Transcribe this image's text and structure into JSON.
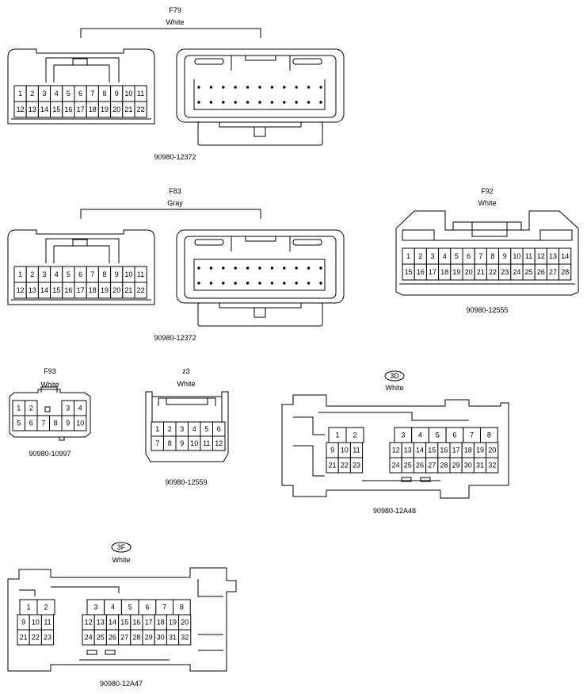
{
  "connectors": [
    {
      "id": "F79",
      "label": "F79",
      "color": "White",
      "part": "90980-12372",
      "pins": [
        [
          "1",
          "2",
          "3",
          "4",
          "5",
          "6",
          "7",
          "8",
          "9",
          "10",
          "11"
        ],
        [
          "12",
          "13",
          "14",
          "15",
          "16",
          "17",
          "18",
          "19",
          "20",
          "21",
          "22"
        ]
      ]
    },
    {
      "id": "F83",
      "label": "F83",
      "color": "Gray",
      "part": "90980-12372",
      "pins": [
        [
          "1",
          "2",
          "3",
          "4",
          "5",
          "6",
          "7",
          "8",
          "9",
          "10",
          "11"
        ],
        [
          "12",
          "13",
          "14",
          "15",
          "16",
          "17",
          "18",
          "19",
          "20",
          "21",
          "22"
        ]
      ]
    },
    {
      "id": "F92",
      "label": "F92",
      "color": "White",
      "part": "90980-12555",
      "pins": [
        [
          "1",
          "2",
          "3",
          "4",
          "5",
          "6",
          "7",
          "8",
          "9",
          "10",
          "11",
          "12",
          "13",
          "14"
        ],
        [
          "15",
          "16",
          "17",
          "18",
          "19",
          "20",
          "21",
          "22",
          "23",
          "24",
          "25",
          "26",
          "27",
          "28"
        ]
      ]
    },
    {
      "id": "F93",
      "label": "F93",
      "color": "White",
      "part": "90980-10997",
      "pins": [
        [
          "1",
          "2",
          "",
          "3",
          "4"
        ],
        [
          "5",
          "6",
          "7",
          "8",
          "9",
          "10"
        ]
      ]
    },
    {
      "id": "z3",
      "label": "z3",
      "color": "White",
      "part": "90980-12559",
      "pins": [
        [
          "1",
          "2",
          "3",
          "4",
          "5",
          "6"
        ],
        [
          "7",
          "8",
          "9",
          "10",
          "11",
          "12"
        ]
      ]
    },
    {
      "id": "3D",
      "label": "3D",
      "color": "White",
      "part": "90980-12A48",
      "pins": [
        [
          "1",
          "2",
          "3",
          "4",
          "5",
          "6",
          "7",
          "8"
        ],
        [
          "9",
          "10",
          "11",
          "12",
          "13",
          "14",
          "15",
          "16",
          "17",
          "18",
          "19",
          "20"
        ],
        [
          "21",
          "22",
          "23",
          "24",
          "25",
          "26",
          "27",
          "28",
          "29",
          "30",
          "31",
          "32"
        ]
      ]
    },
    {
      "id": "3F",
      "label": "3F",
      "color": "White",
      "part": "90980-12A47",
      "pins": [
        [
          "1",
          "2",
          "3",
          "4",
          "5",
          "6",
          "7",
          "8"
        ],
        [
          "9",
          "10",
          "11",
          "12",
          "13",
          "14",
          "15",
          "16",
          "17",
          "18",
          "19",
          "20"
        ],
        [
          "21",
          "22",
          "23",
          "24",
          "25",
          "26",
          "27",
          "28",
          "29",
          "30",
          "31",
          "32"
        ]
      ]
    }
  ]
}
